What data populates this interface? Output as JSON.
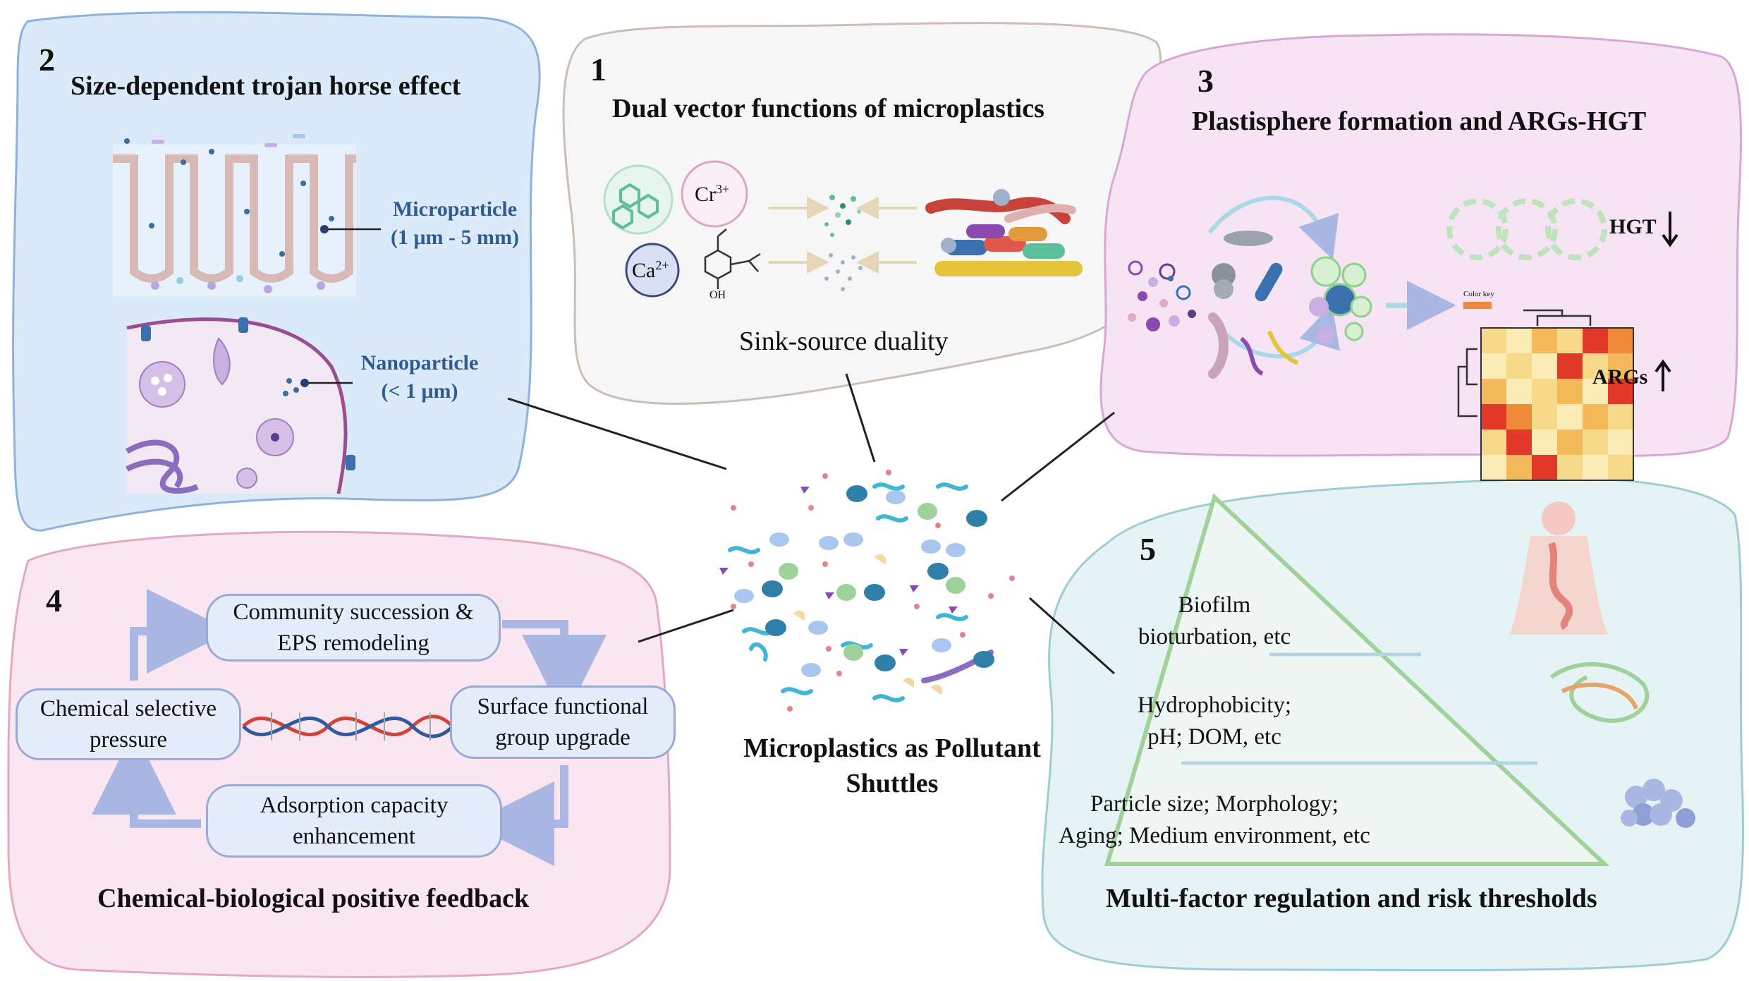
{
  "center": {
    "line1": "Microplastics as Pollutant",
    "line2": "Shuttles"
  },
  "panel1": {
    "number": "1",
    "title": "Dual vector functions of microplastics",
    "ion_cr": "Cr",
    "ion_cr_sup": "3+",
    "ion_ca": "Ca",
    "ion_ca_sup": "2+",
    "oh_label": "OH",
    "caption": "Sink-source duality"
  },
  "panel2": {
    "number": "2",
    "title": "Size-dependent trojan horse effect",
    "micro_label": "Microparticle",
    "micro_range": "(1 μm - 5 mm)",
    "nano_label": "Nanoparticle",
    "nano_range": "(< 1 μm)"
  },
  "panel3": {
    "number": "3",
    "title": "Plastisphere formation and ARGs-HGT",
    "hgt_label": "HGT",
    "args_label": "ARGs",
    "color_key_label": "Color key"
  },
  "panel4": {
    "number": "4",
    "box_top_line1": "Community succession &",
    "box_top_line2": "EPS remodeling",
    "box_left_line1": "Chemical selective",
    "box_left_line2": "pressure",
    "box_right_line1": "Surface functional",
    "box_right_line2": "group upgrade",
    "box_bottom_line1": "Adsorption capacity",
    "box_bottom_line2": "enhancement",
    "title": "Chemical-biological positive feedback"
  },
  "panel5": {
    "number": "5",
    "tier1_line1": "Biofilm",
    "tier1_line2": "bioturbation, etc",
    "tier2_line1": "Hydrophobicity;",
    "tier2_line2": "pH; DOM, etc",
    "tier3_line1": "Particle size; Morphology;",
    "tier3_line2": "Aging; Medium environment, etc",
    "title": "Multi-factor regulation and risk thresholds"
  },
  "colors": {
    "panel1_fill": "#f7f6f6",
    "panel1_stroke": "#c9beb8",
    "panel2_fill": "#dbeaf8",
    "panel2_stroke": "#8eb2dc",
    "panel3_fill": "#f6e3f3",
    "panel3_stroke": "#d7a8d3",
    "panel4_fill": "#f9e6f0",
    "panel4_stroke": "#e2a9c3",
    "panel5_fill": "#e6f3f4",
    "panel5_stroke": "#9fcdd0",
    "pyramid": "#9fd19b",
    "arrow": "#aab7e3",
    "heat_dark": "#e23a2a",
    "heat_light": "#fbecb6"
  }
}
